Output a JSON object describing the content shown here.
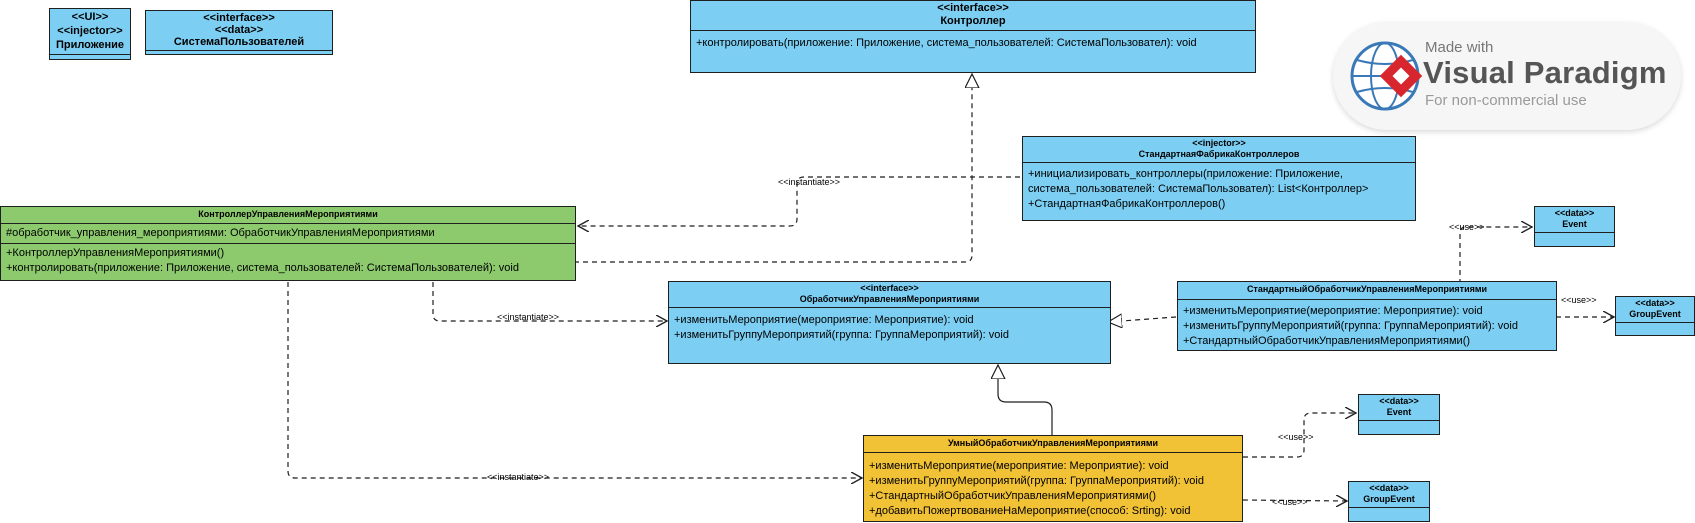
{
  "classes": {
    "app": {
      "stereotype": "<<UI>>",
      "stereotype2": "<<injector>>",
      "name": "Приложение"
    },
    "users": {
      "stereotype": "<<interface>>",
      "stereotype2": "<<data>>",
      "name": "СистемаПользователей"
    },
    "controller": {
      "stereotype": "<<interface>>",
      "name": "Контроллер",
      "ops": [
        "+контролировать(приложение: Приложение, система_пользователей: СистемаПользовател): void"
      ]
    },
    "factory": {
      "stereotype": "<<injector>>",
      "name": "СтандартнаяФабрикаКонтроллеров",
      "ops": [
        "+инициализировать_контроллеры(приложение: Приложение, система_пользователей: СистемаПользовател): List<Контроллер>",
        "+СтандартнаяФабрикаКонтроллеров()"
      ]
    },
    "event_controller": {
      "name": "КонтроллерУправленияМероприятиями",
      "attrs": [
        "#обработчик_управления_мероприятиями: ОбработчикУправленияМероприятиями"
      ],
      "ops": [
        "+КонтроллерУправленияМероприятиями()",
        "+контролировать(приложение: Приложение, система_пользователей: СистемаПользователей): void"
      ]
    },
    "handler_iface": {
      "stereotype": "<<interface>>",
      "name": "ОбработчикУправленияМероприятиями",
      "ops": [
        "+изменитьМероприятие(мероприятие: Мероприятие): void",
        "+изменитьГруппуМероприятий(группа: ГруппаМероприятий): void"
      ]
    },
    "std_handler": {
      "name": "СтандартныйОбработчикУправленияМероприятиями",
      "ops": [
        "+изменитьМероприятие(мероприятие: Мероприятие): void",
        "+изменитьГруппуМероприятий(группа: ГруппаМероприятий): void",
        "+СтандартныйОбработчикУправленияМероприятиями()"
      ]
    },
    "smart_handler": {
      "name": "УмныйОбработчикУправленияМероприятиями",
      "ops": [
        "+изменитьМероприятие(мероприятие: Мероприятие): void",
        "+изменитьГруппуМероприятий(группа: ГруппаМероприятий): void",
        "+СтандартныйОбработчикУправленияМероприятиями()",
        "+добавитьПожертвованиеНаМероприятие(способ: Srting): void"
      ]
    },
    "event_1": {
      "stereotype": "<<data>>",
      "name": "Event"
    },
    "group_event_1": {
      "stereotype": "<<data>>",
      "name": "GroupEvent"
    },
    "event_2": {
      "stereotype": "<<data>>",
      "name": "Event"
    },
    "group_event_2": {
      "stereotype": "<<data>>",
      "name": "GroupEvent"
    }
  },
  "labels": {
    "instantiate_1": "<<instantiate>>",
    "instantiate_2": "<<instantiate>>",
    "instantiate_3": "<<instantiate>>",
    "use_1": "<<use>>",
    "use_2": "<<use>>",
    "use_3": "<<use>>",
    "use_4": "<<use>>"
  },
  "watermark": {
    "made_with": "Made with",
    "brand": "Visual Paradigm",
    "sub": "For non-commercial use"
  },
  "colors": {
    "interface": "#7ccff3",
    "controller_class": "#8dca6e",
    "smart_handler": "#f2c236",
    "line": "#1f1f1f"
  }
}
